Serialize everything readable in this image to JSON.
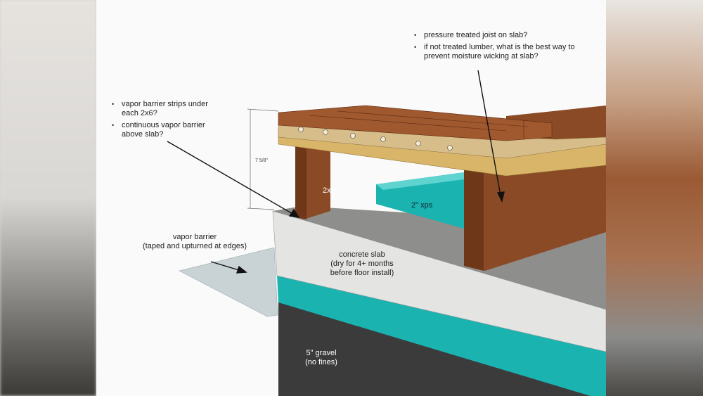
{
  "notes": {
    "top_right": [
      "pressure treated joist on slab?",
      "if not treated lumber, what is the best way to prevent moisture wicking at slab?"
    ],
    "left": [
      "vapor barrier strips under each 2x6?",
      "continuous vapor barrier above slab?"
    ]
  },
  "labels": {
    "dimension": "7 5/8\"",
    "joist": "2x6",
    "xps": "2\" xps",
    "vapor_barrier_title": "vapor barrier",
    "vapor_barrier_sub": "(taped and upturned at edges)",
    "slab_title": "concrete slab",
    "slab_sub": "(dry for 4+ months before floor install)",
    "gravel_title": "5\" gravel",
    "gravel_sub": "(no fines)"
  },
  "colors": {
    "teal": "#1ab3b0",
    "wood": "#8b4a26",
    "concrete": "#e4e4e2",
    "gravel": "#3b3b3b"
  }
}
